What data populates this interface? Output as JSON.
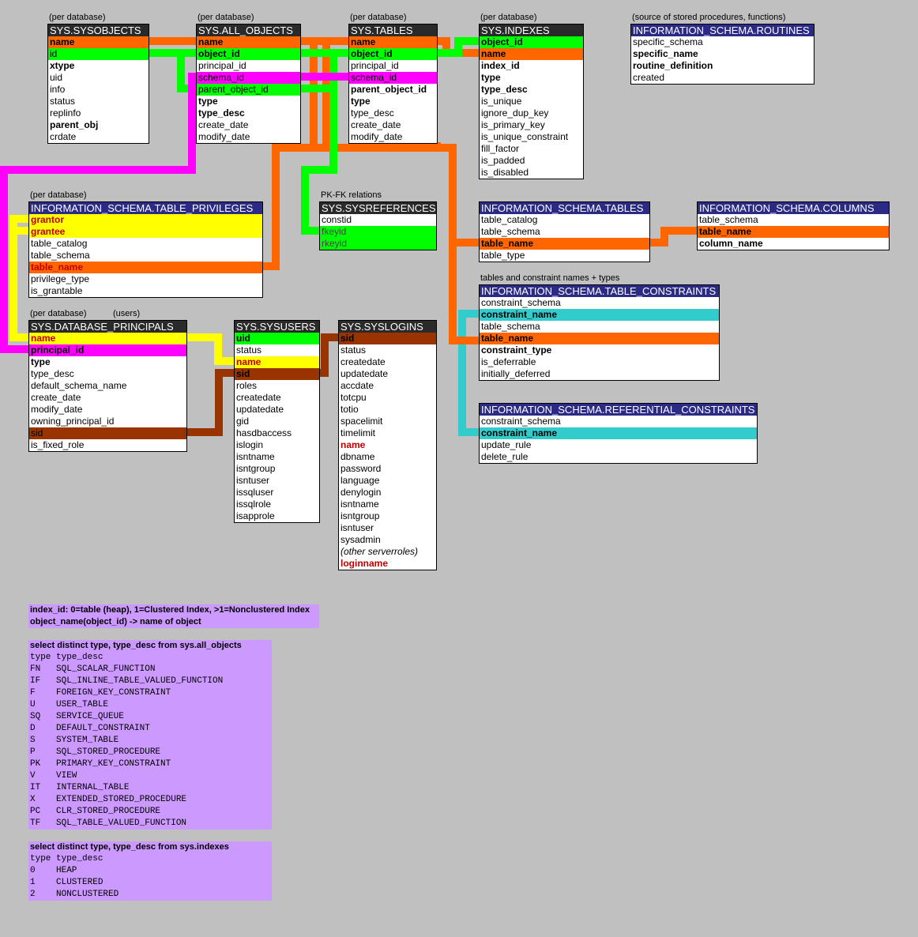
{
  "captions": {
    "sysobjects": "(per database)",
    "all_objects": "(per database)",
    "tables": "(per database)",
    "indexes": "(per database)",
    "routines": "(source of stored procedures, functions)",
    "table_privileges": "(per database)",
    "sysreferences": "PK-FK relations",
    "table_constraints": "tables and constraint names + types",
    "database_principals": "(per database)",
    "database_principals_users": "(users)"
  },
  "tables": {
    "sysobjects": {
      "title": "SYS.SYSOBJECTS",
      "rows": [
        "name",
        "id",
        "xtype",
        "uid",
        "info",
        "status",
        "replinfo",
        "parent_obj",
        "crdate"
      ]
    },
    "all_objects": {
      "title": "SYS.ALL_OBJECTS",
      "rows": [
        "name",
        "object_id",
        "principal_id",
        "schema_id",
        "parent_object_id",
        "type",
        "type_desc",
        "create_date",
        "modify_date"
      ]
    },
    "tables": {
      "title": "SYS.TABLES",
      "rows": [
        "name",
        "object_id",
        "principal_id",
        "schema_id",
        "parent_object_id",
        "type",
        "type_desc",
        "create_date",
        "modify_date"
      ]
    },
    "indexes": {
      "title": "SYS.INDEXES",
      "rows": [
        "object_id",
        "name",
        "index_id",
        "type",
        "type_desc",
        "is_unique",
        "ignore_dup_key",
        "is_primary_key",
        "is_unique_constraint",
        "fill_factor",
        "is_padded",
        "is_disabled"
      ]
    },
    "routines": {
      "title": "INFORMATION_SCHEMA.ROUTINES",
      "rows": [
        "specific_schema",
        "specific_name",
        "routine_definition",
        "created"
      ]
    },
    "table_privileges": {
      "title": "INFORMATION_SCHEMA.TABLE_PRIVILEGES",
      "rows": [
        "grantor",
        "grantee",
        "table_catalog",
        "table_schema",
        "table_name",
        "privilege_type",
        "is_grantable"
      ]
    },
    "sysreferences": {
      "title": "SYS.SYSREFERENCES",
      "rows": [
        "constid",
        "fkeyid",
        "rkeyid"
      ]
    },
    "is_tables": {
      "title": "INFORMATION_SCHEMA.TABLES",
      "rows": [
        "table_catalog",
        "table_schema",
        "table_name",
        "table_type"
      ]
    },
    "is_columns": {
      "title": "INFORMATION_SCHEMA.COLUMNS",
      "rows": [
        "table_schema",
        "table_name",
        "column_name"
      ]
    },
    "table_constraints": {
      "title": "INFORMATION_SCHEMA.TABLE_CONSTRAINTS",
      "rows": [
        "constraint_schema",
        "constraint_name",
        "table_schema",
        "table_name",
        "constraint_type",
        "is_deferrable",
        "initially_deferred"
      ]
    },
    "database_principals": {
      "title": "SYS.DATABASE_PRINCIPALS",
      "rows": [
        "name",
        "principal_id",
        "type",
        "type_desc",
        "default_schema_name",
        "create_date",
        "modify_date",
        "owning_principal_id",
        "sid",
        "is_fixed_role"
      ]
    },
    "sysusers": {
      "title": "SYS.SYSUSERS",
      "rows": [
        "uid",
        "status",
        "name",
        "sid",
        "roles",
        "createdate",
        "updatedate",
        "gid",
        "hasdbaccess",
        "islogin",
        "isntname",
        "isntgroup",
        "isntuser",
        "issqluser",
        "issqlrole",
        "isapprole"
      ]
    },
    "syslogins": {
      "title": "SYS.SYSLOGINS",
      "rows": [
        "sid",
        "status",
        "createdate",
        "updatedate",
        "accdate",
        "totcpu",
        "totio",
        "spacelimit",
        "timelimit",
        "name",
        "dbname",
        "password",
        "language",
        "denylogin",
        "isntname",
        "isntgroup",
        "isntuser",
        "sysadmin",
        "(other serverroles)",
        "loginname"
      ]
    },
    "referential_constraints": {
      "title": "INFORMATION_SCHEMA.REFERENTIAL_CONSTRAINTS",
      "rows": [
        "constraint_schema",
        "constraint_name",
        "update_rule",
        "delete_rule"
      ]
    }
  },
  "notes": {
    "index_note": [
      "index_id: 0=table (heap), 1=Clustered Index, >1=Nonclustered Index",
      "object_name(object_id) -> name of object"
    ],
    "all_objects_types": {
      "title": "select distinct type, type_desc from sys.all_objects",
      "lines": [
        "type type_desc",
        "FN   SQL_SCALAR_FUNCTION",
        "IF   SQL_INLINE_TABLE_VALUED_FUNCTION",
        "F    FOREIGN_KEY_CONSTRAINT",
        "U    USER_TABLE",
        "SQ   SERVICE_QUEUE",
        "D    DEFAULT_CONSTRAINT",
        "S    SYSTEM_TABLE",
        "P    SQL_STORED_PROCEDURE",
        "PK   PRIMARY_KEY_CONSTRAINT",
        "V    VIEW",
        "IT   INTERNAL_TABLE",
        "X    EXTENDED_STORED_PROCEDURE",
        "PC   CLR_STORED_PROCEDURE",
        "TF   SQL_TABLE_VALUED_FUNCTION"
      ]
    },
    "indexes_types": {
      "title": "select distinct type, type_desc from sys.indexes",
      "lines": [
        "type type_desc",
        "0    HEAP",
        "1    CLUSTERED",
        "2    NONCLUSTERED"
      ]
    }
  },
  "colors": {
    "orange": "#ff6600",
    "green": "#00ff00",
    "magenta": "#ff00ff",
    "yellow": "#ffff00",
    "brown": "#993300",
    "cyan": "#33cccc",
    "header_dark": "#2a2a2a",
    "header_blue": "#2b2b85",
    "note": "#cc99ff",
    "background": "#c0c0c0"
  }
}
